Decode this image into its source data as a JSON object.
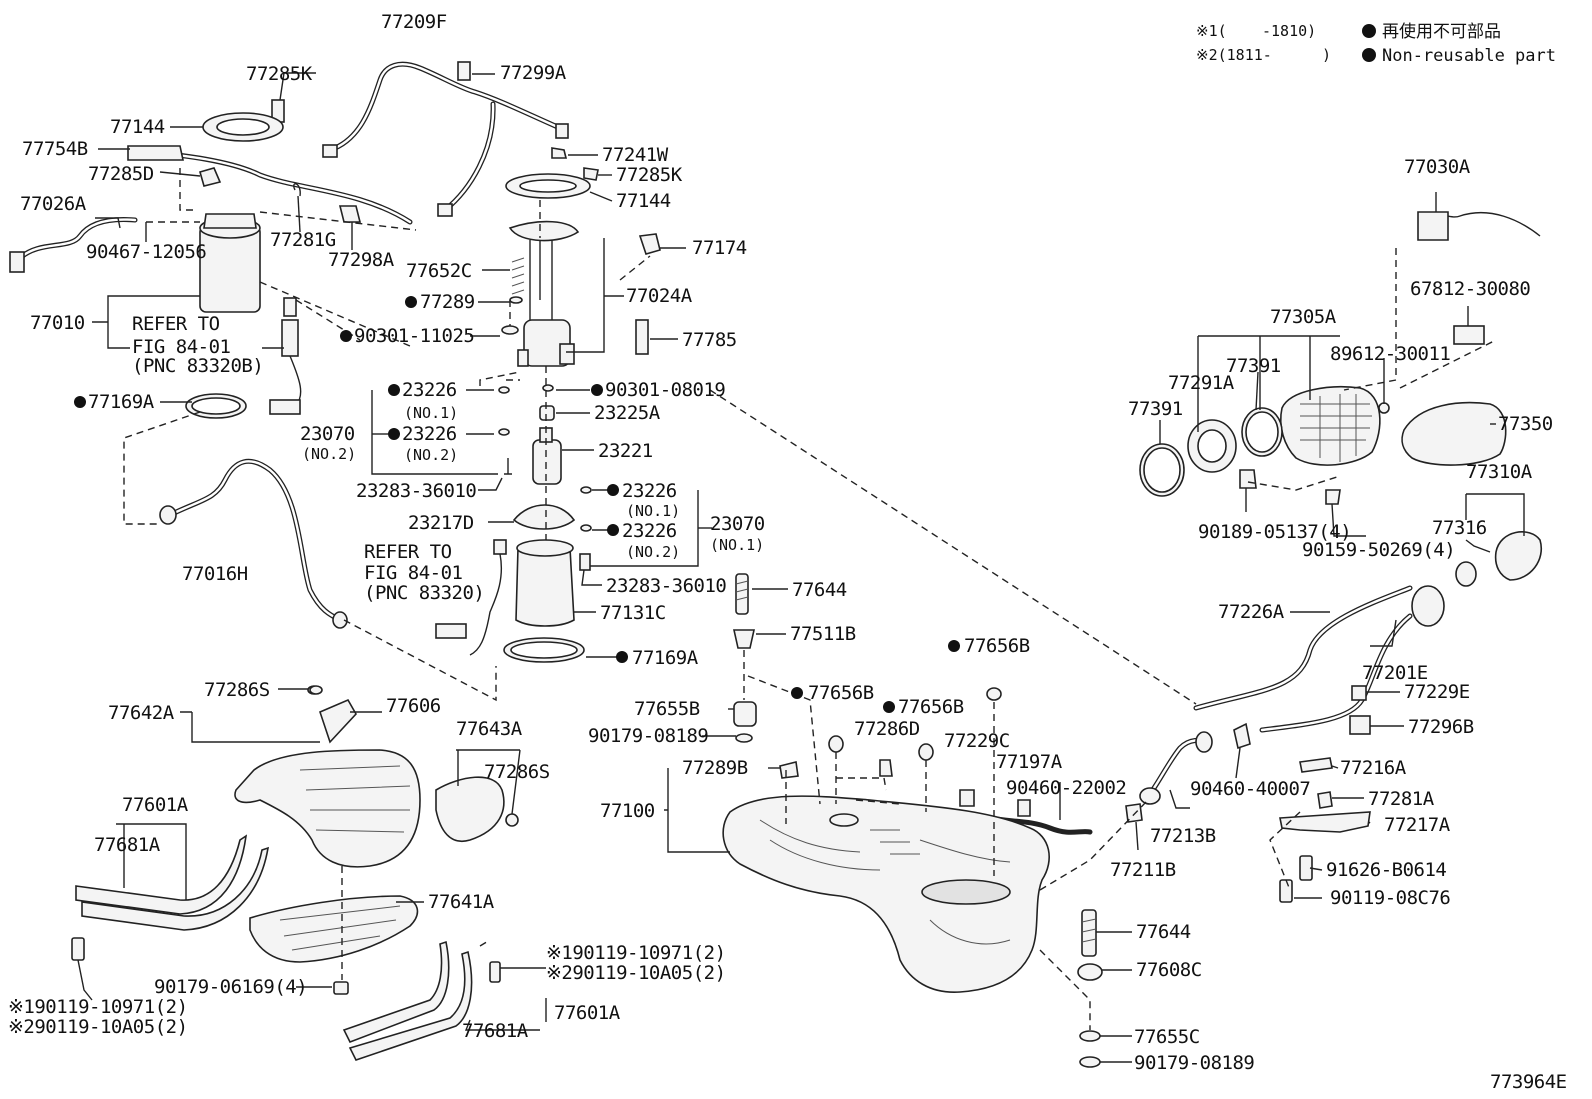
{
  "legend": {
    "r1_a": "※1(",
    "r1_b": "-1810)",
    "r2_a": "※2(1811-",
    "r2_b": ")",
    "jp": "再使用不可部品",
    "en": "Non-reusable part"
  },
  "figure_id": "773964E",
  "notes": {
    "refer_a_1": "REFER TO",
    "refer_a_2": "FIG 84-01",
    "refer_a_3": "(PNC 83320B)",
    "refer_b_1": "REFER TO",
    "refer_b_2": "FIG 84-01",
    "refer_b_3": "(PNC 83320)",
    "no1": "(NO.1)",
    "no2": "(NO.2)"
  },
  "parts": {
    "p77209F": "77209F",
    "p77285K": "77285K",
    "p77299A": "77299A",
    "p77144": "77144",
    "p77754B": "77754B",
    "p77241W": "77241W",
    "p77285D": "77285D",
    "p77285K_b": "77285K",
    "p77144_b": "77144",
    "p77026A": "77026A",
    "p77281G": "77281G",
    "p90467": "90467-12056",
    "p77298A": "77298A",
    "p77174": "77174",
    "p77652C": "77652C",
    "p77289": "77289",
    "p77024A": "77024A",
    "p77010": "77010",
    "p90301_11025": "90301-11025",
    "p77785": "77785",
    "p77169A": "77169A",
    "p23226_a": "23226",
    "p90301_08019": "90301-08019",
    "p23225A": "23225A",
    "p23070": "23070",
    "p23226_b": "23226",
    "p23221": "23221",
    "p23283_a": "23283-36010",
    "p23226_c": "23226",
    "p23217D": "23217D",
    "p23226_d": "23226",
    "p23070_b": "23070",
    "p23283_b": "23283-36010",
    "p77644": "77644",
    "p77016H": "77016H",
    "p77131C": "77131C",
    "p77511B": "77511B",
    "p77169A_b": "77169A",
    "p77656B_a": "77656B",
    "p77286S": "77286S",
    "p77606": "77606",
    "p77642A": "77642A",
    "p77656B_b": "77656B",
    "p77656B_c": "77656B",
    "p77655B": "77655B",
    "p90179_08189": "90179-08189",
    "p77643A": "77643A",
    "p77286D": "77286D",
    "p77229C": "77229C",
    "p77286S_b": "77286S",
    "p77289B": "77289B",
    "p77197A": "77197A",
    "p90460_22002": "90460-22002",
    "p77100": "77100",
    "p77601A": "77601A",
    "p77681A": "77681A",
    "p77641A": "77641A",
    "p90179_06169": "90179-06169(4)",
    "p90119_10971_a": "90119-10971(2)",
    "p90119_10A05_a": "90119-10A05(2)",
    "p90119_10971_b": "90119-10971(2)",
    "p90119_10A05_b": "90119-10A05(2)",
    "p77681A_b": "77681A",
    "p77601A_b": "77601A",
    "p77644_b": "77644",
    "p77608C": "77608C",
    "p77655C": "77655C",
    "p90179_08189_b": "90179-08189",
    "p77030A": "77030A",
    "p67812": "67812-30080",
    "p77305A": "77305A",
    "p77391": "77391",
    "p89612": "89612-30011",
    "p77291A": "77291A",
    "p77391_b": "77391",
    "p77350": "77350",
    "p77310A": "77310A",
    "p90189": "90189-05137(4)",
    "p77316": "77316",
    "p90159": "90159-50269(4)",
    "p77226A": "77226A",
    "p77201E": "77201E",
    "p77229E": "77229E",
    "p77296B": "77296B",
    "p90460_40007": "90460-40007",
    "p77216A": "77216A",
    "p77281A": "77281A",
    "p77217A": "77217A",
    "p77213B": "77213B",
    "p77211B": "77211B",
    "p91626": "91626-B0614",
    "p90119_08C76": "90119-08C76"
  }
}
